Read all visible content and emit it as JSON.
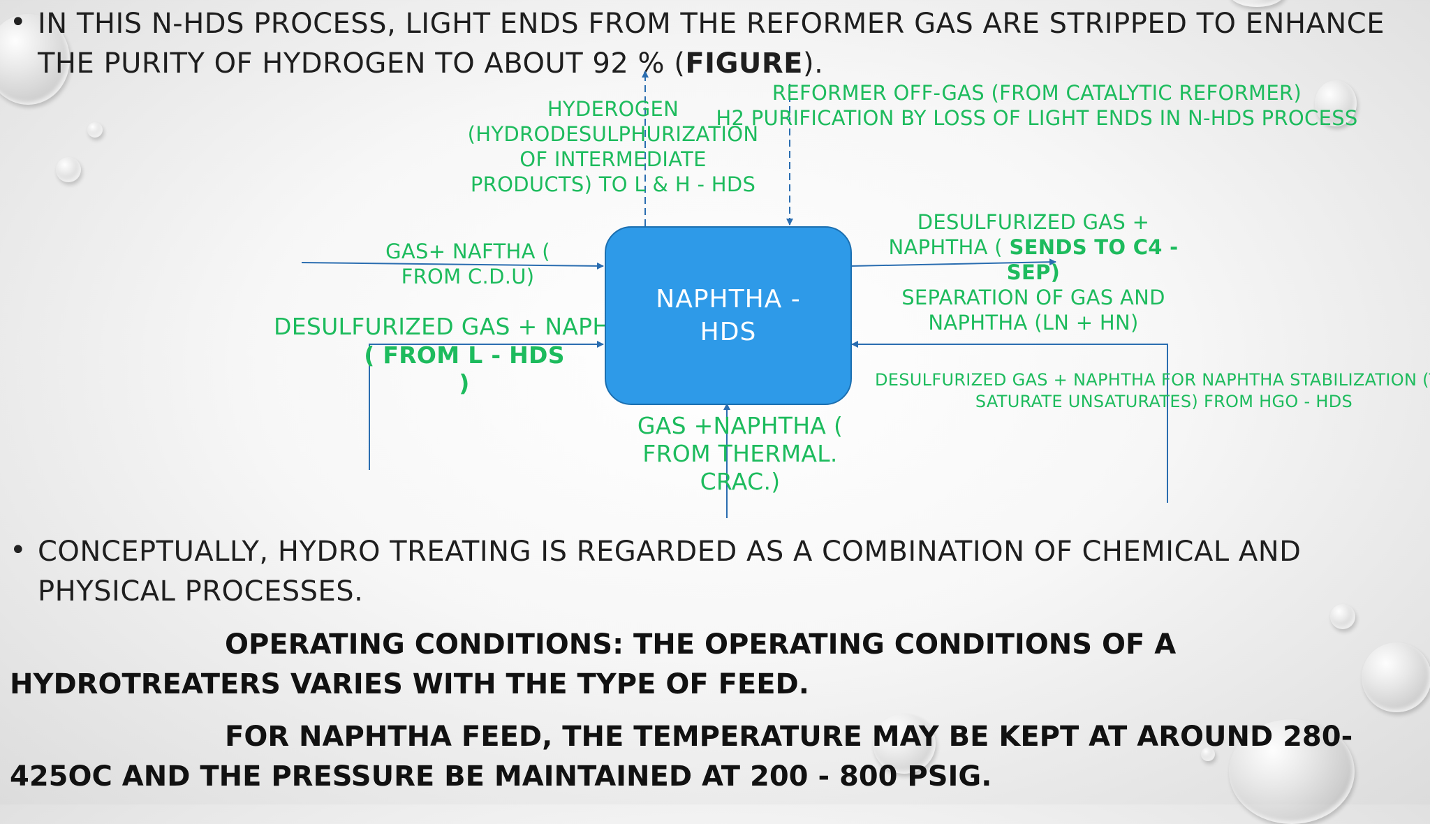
{
  "bullets": {
    "b1_text": "IN THIS N-HDS PROCESS, LIGHT ENDS FROM THE REFORMER GAS ARE STRIPPED TO ENHANCE THE PURITY OF HYDROGEN TO ABOUT 92 % (",
    "b1_bold": "FIGURE",
    "b1_end": ").",
    "b2_text": "CONCEPTUALLY, HYDRO TREATING IS REGARDED AS A COMBINATION OF CHEMICAL AND PHYSICAL PROCESSES.",
    "marker": "•"
  },
  "conditions": {
    "line1": "OPERATING CONDITIONS: THE OPERATING CONDITIONS OF A HYDROTREATERS VARIES WITH THE TYPE OF FEED.",
    "line2": "FOR NAPHTHA FEED, THE TEMPERATURE MAY BE KEPT AT AROUND 280-425OC AND THE PRESSURE BE MAINTAINED AT 200 - 800 PSIG."
  },
  "diagram": {
    "center": "NAPHTHA - HDS",
    "hydrogen": "HYDEROGEN (HYDRODESULPHURIZATION OF INTERMEDIATE PRODUCTS) TO L & H - HDS",
    "reformer_1": "REFORMER OFF-GAS (FROM CATALYTIC REFORMER)",
    "reformer_2": "H2 PURIFICATION BY LOSS OF LIGHT ENDS IN N-HDS PROCESS",
    "gas_naftha": "GAS+ NAFTHA ( FROM C.D.U)",
    "desulf_left": "DESULFURIZED GAS + NAPHTHA",
    "from_lhds": "( FROM L - HDS )",
    "desulf_right_a": "DESULFURIZED GAS + NAPHTHA (",
    "desulf_right_b": "SENDS TO C4 - SEP)",
    "separation": "SEPARATION OF GAS AND NAPHTHA (LN + HN)",
    "stabilization": "DESULFURIZED GAS + NAPHTHA FOR NAPHTHA STABILIZATION (TO SATURATE UNSATURATES) FROM HGO - HDS",
    "thermal": "GAS +NAPHTHA ( FROM THERMAL. CRAC.)"
  },
  "colors": {
    "label_green": "#1dbb5d",
    "box_blue": "#2e9ae8",
    "arrow_blue": "#2a6db0"
  }
}
